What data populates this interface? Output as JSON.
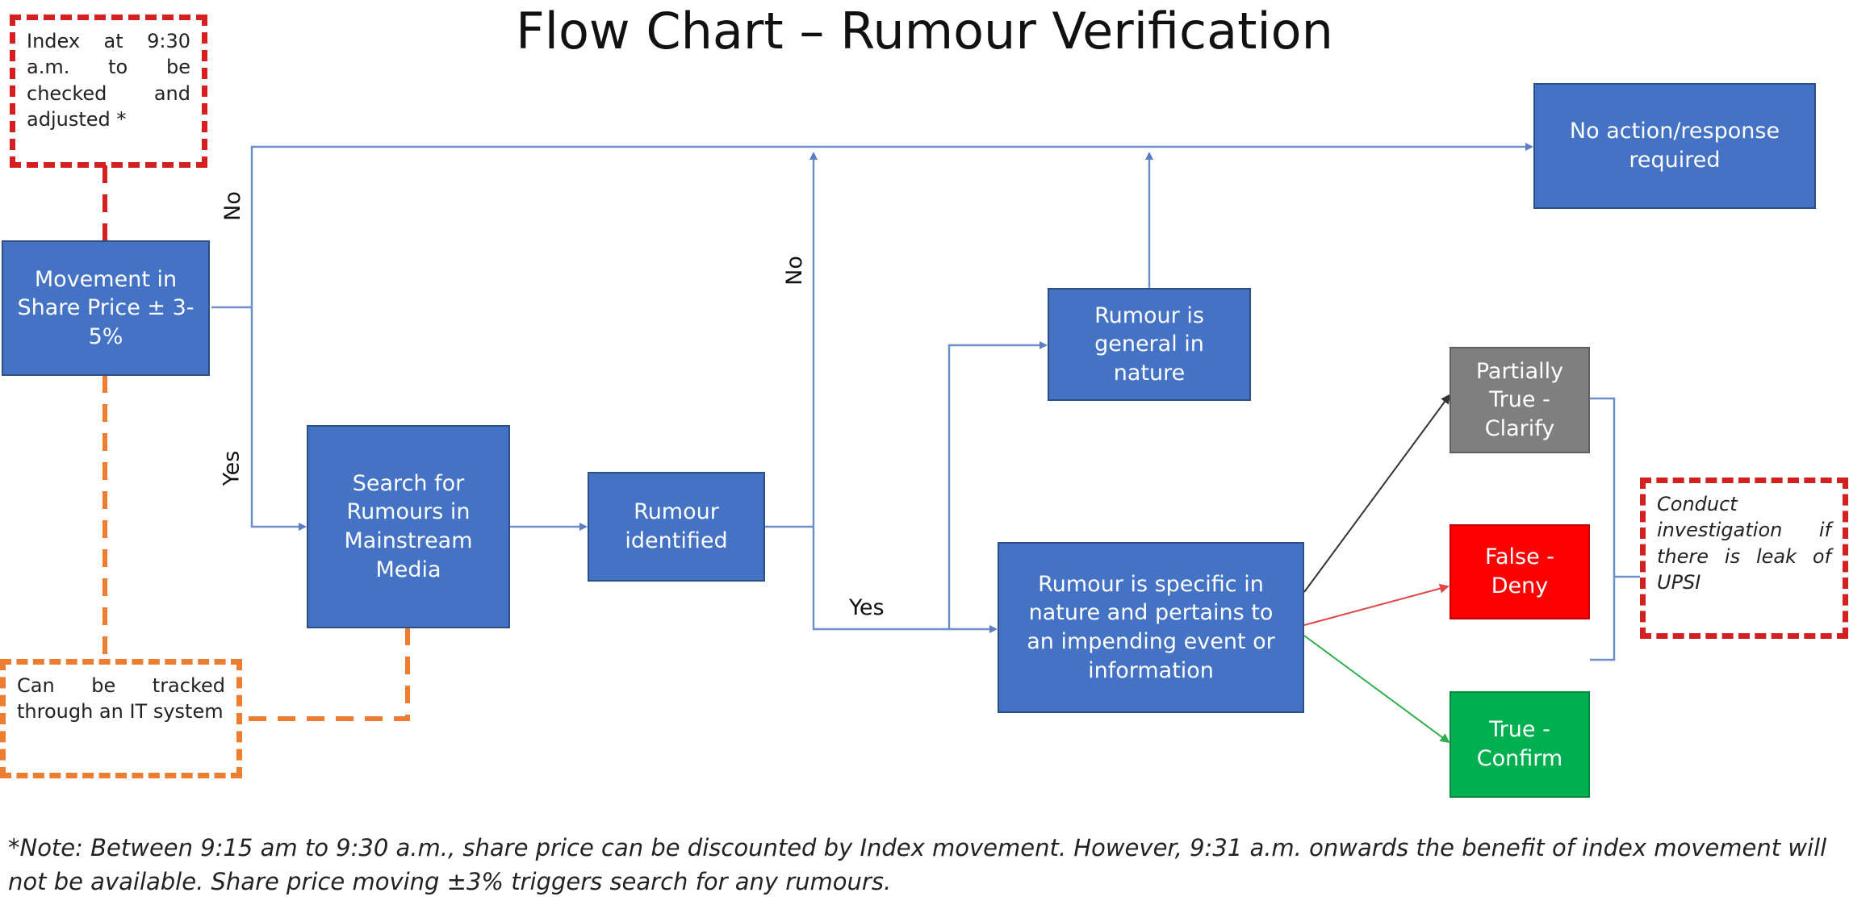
{
  "title": "Flow Chart – Rumour Verification",
  "nodes": {
    "movement": "Movement in Share Price ± 3-5%",
    "search": "Search for Rumours in Mainstream Media",
    "identified": "Rumour identified",
    "general": "Rumour is general in nature",
    "specific": "Rumour is specific in nature and pertains to an impending event or information",
    "no_action": "No action/response required",
    "partial": "Partially True - Clarify",
    "false": "False - Deny",
    "true": "True - Confirm"
  },
  "notes": {
    "index": "Index at 9:30 a.m. to be checked and adjusted *",
    "tracked": "Can be tracked through an IT system",
    "investigate": "Conduct investigation if there is leak of UPSI"
  },
  "labels": {
    "no_top": "No",
    "yes_left": "Yes",
    "no_mid": "No",
    "yes_mid": "Yes"
  },
  "colors": {
    "box_blue": "#4472c4",
    "box_gray": "#7f7f7f",
    "box_red": "#ff0000",
    "box_green": "#00b050",
    "connector": "#6f8fc8",
    "dash_red": "#d42020",
    "dash_orange": "#ed7d31"
  },
  "footnote": "*Note: Between 9:15 am to 9:30 a.m., share price can be discounted by Index movement. However, 9:31 a.m. onwards the benefit of index movement will not be available. Share price moving ±3% triggers search for any rumours."
}
